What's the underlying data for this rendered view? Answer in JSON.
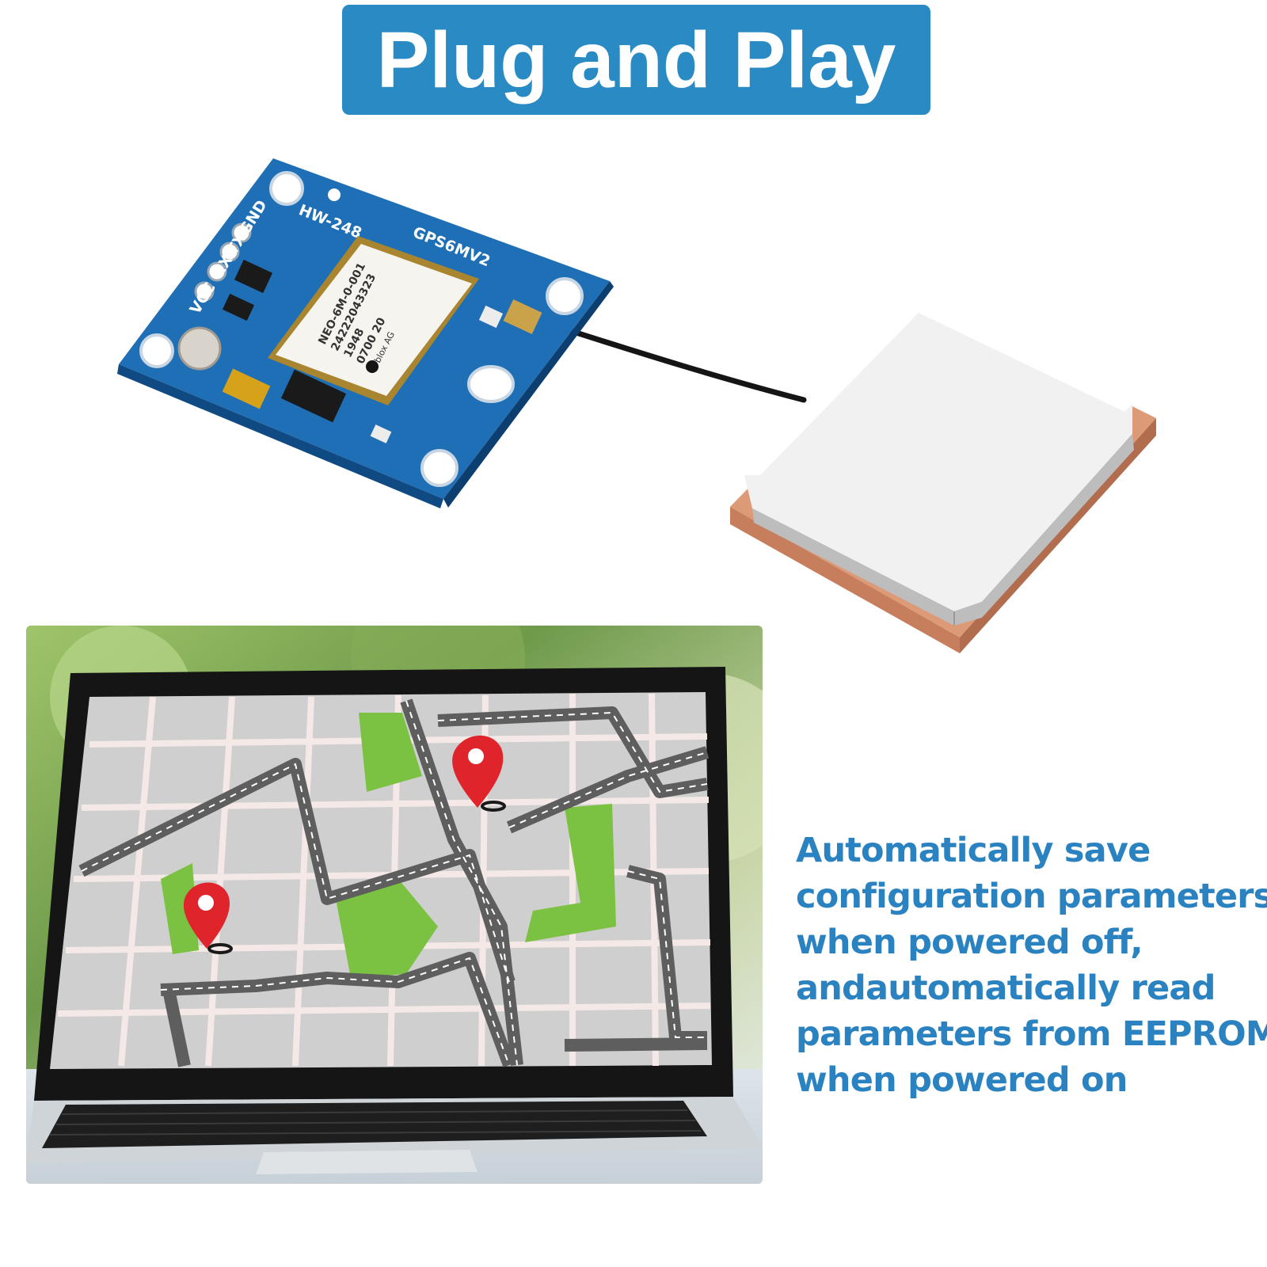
{
  "headline": "Plug and Play",
  "module": {
    "board_model": "HW-248",
    "board_name": "GPS6MV2",
    "pins": [
      "VCC",
      "RX",
      "TX",
      "GND"
    ],
    "chip_lines": [
      "NEO-6M-0-001",
      "24222043323",
      "1948",
      "0700 20"
    ],
    "chip_maker": "u-blox AG"
  },
  "feature_lines": [
    "Automatically save",
    "configuration parameters",
    "when powered off,",
    "andautomatically read",
    "parameters from EEPROM",
    "when powered on"
  ],
  "colors": {
    "banner": "#2a8ac4",
    "feature_text": "#2a82c0",
    "pcb": "#1b6fb5",
    "map_park": "#7cc242",
    "map_pin": "#e0242c"
  },
  "icons": [
    "map-pin-icon",
    "map-pin-icon"
  ]
}
